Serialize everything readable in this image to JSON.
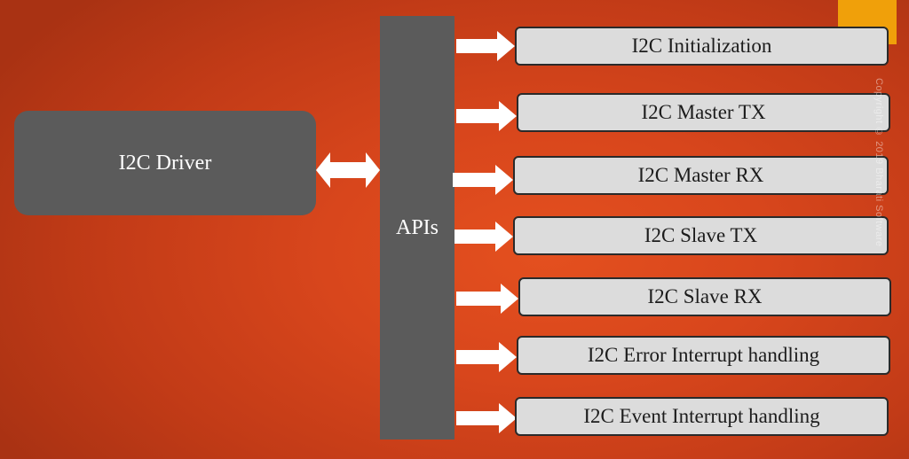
{
  "diagram": {
    "driver_label": "I2C Driver",
    "api_label": "APIs",
    "apis": [
      "I2C Initialization",
      "I2C Master TX",
      "I2C Master RX",
      "I2C Slave TX",
      "I2C Slave RX",
      "I2C Error Interrupt handling",
      "I2C Event Interrupt handling"
    ],
    "copyright": "Copyright © 2019 Bharati Software"
  },
  "colors": {
    "background": "#d8461c",
    "block": "#5b5b5b",
    "api_box": "#dcdcdc",
    "accent": "#f0a00a",
    "arrow": "#ffffff"
  }
}
